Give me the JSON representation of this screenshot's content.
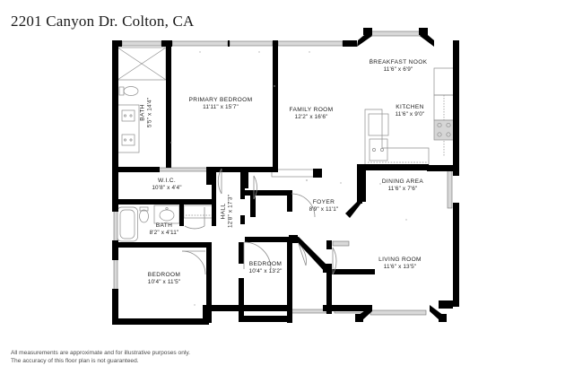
{
  "title": "2201 Canyon Dr. Colton, CA",
  "disclaimer": {
    "line1": "All measurements are approximate and for illustrative purposes only.",
    "line2": "The accuracy of this floor plan is not guaranteed."
  },
  "rooms": [
    {
      "name": "PRIMARY BEDROOM",
      "dim": "11'11\" x 15'7\""
    },
    {
      "name": "BATH",
      "dim": "5'5\" x 14'4\""
    },
    {
      "name": "W.I.C.",
      "dim": "10'8\" x 4'4\""
    },
    {
      "name": "BATH",
      "dim": "8'2\" x 4'11\""
    },
    {
      "name": "BEDROOM",
      "dim": "10'4\" x 11'5\""
    },
    {
      "name": "HALL",
      "dim": "12'8\" x 17'3\""
    },
    {
      "name": "BEDROOM",
      "dim": "10'4\" x 13'2\""
    },
    {
      "name": "FAMILY ROOM",
      "dim": "12'2\" x 16'6\""
    },
    {
      "name": "BREAKFAST NOOK",
      "dim": "11'6\" x 6'9\""
    },
    {
      "name": "KITCHEN",
      "dim": "11'6\" x 9'0\""
    },
    {
      "name": "FOYER",
      "dim": "8'9\" x 11'1\""
    },
    {
      "name": "DINING AREA",
      "dim": "11'6\" x 7'6\""
    },
    {
      "name": "LIVING ROOM",
      "dim": "11'6\" x 13'5\""
    }
  ],
  "colors": {
    "wall": "#000000",
    "fixture": "#8c8c8c",
    "window": "#d9d9d9",
    "text": "#1d1d1d",
    "background": "#ffffff"
  }
}
